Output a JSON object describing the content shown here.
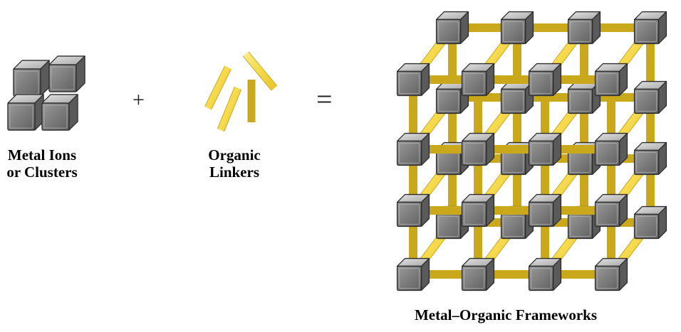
{
  "figure": {
    "metal_label_line1": "Metal Ions",
    "metal_label_line2": "or Clusters",
    "linker_label_line1": "Organic",
    "linker_label_line2": "Linkers",
    "mof_label": "Metal–Organic Frameworks",
    "plus": "+",
    "equals": "="
  },
  "colors": {
    "linker_fill": "#f6dc55",
    "linker_edge": "#c9a81c",
    "node_front": "#7e7e7e",
    "node_top": "#c2c2c2",
    "node_side": "#5a5a5a",
    "node_edge": "#2c2c2c"
  }
}
